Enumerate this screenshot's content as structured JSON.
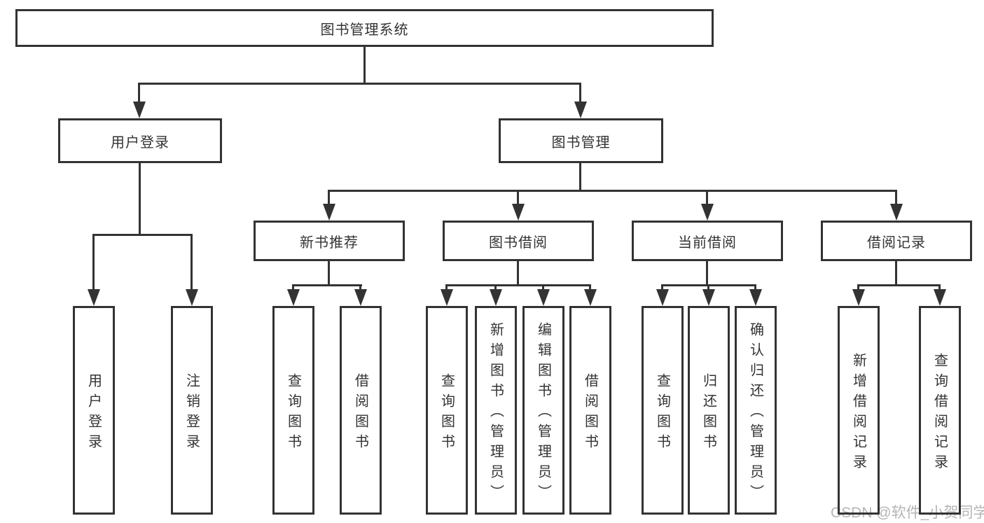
{
  "colors": {
    "line": "#333333",
    "text": "#333333",
    "watermark": "#b5b5b5",
    "background": "#ffffff"
  },
  "watermark": {
    "text": "CSDN @软件_小贺同学"
  },
  "tree": {
    "label": "图书管理系统",
    "children": [
      {
        "label": "用户登录",
        "children": [
          {
            "label": "用户登录"
          },
          {
            "label": "注销登录"
          }
        ]
      },
      {
        "label": "图书管理",
        "children": [
          {
            "label": "新书推荐",
            "children": [
              {
                "label": "查询图书"
              },
              {
                "label": "借阅图书"
              }
            ]
          },
          {
            "label": "图书借阅",
            "children": [
              {
                "label": "查询图书"
              },
              {
                "label": "新增图书（管理员）"
              },
              {
                "label": "编辑图书（管理员）"
              },
              {
                "label": "借阅图书"
              }
            ]
          },
          {
            "label": "当前借阅",
            "children": [
              {
                "label": "查询图书"
              },
              {
                "label": "归还图书"
              },
              {
                "label": "确认归还（管理员）"
              }
            ]
          },
          {
            "label": "借阅记录",
            "children": [
              {
                "label": "新增借阅记录"
              },
              {
                "label": "查询借阅记录"
              }
            ]
          }
        ]
      }
    ]
  }
}
